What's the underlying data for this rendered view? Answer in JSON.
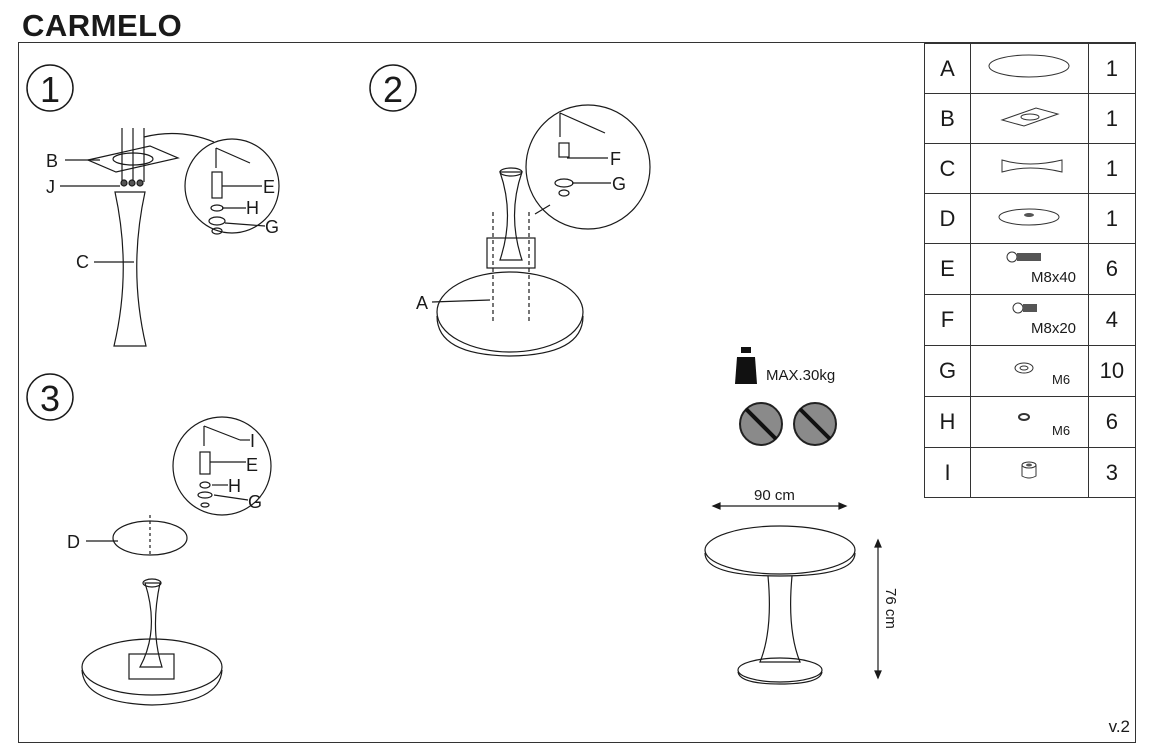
{
  "title": "CARMELO",
  "steps": [
    "1",
    "2",
    "3"
  ],
  "callouts": {
    "step1": [
      "B",
      "J",
      "C",
      "E",
      "H",
      "G"
    ],
    "step2": [
      "A",
      "F",
      "G"
    ],
    "step3": [
      "D",
      "I",
      "E",
      "H",
      "G"
    ]
  },
  "load": {
    "label": "MAX.30kg"
  },
  "dimensions": {
    "width": "90 cm",
    "height": "76 cm"
  },
  "parts": [
    {
      "letter": "A",
      "qty": "1",
      "icon": "table-top-icon",
      "spec": ""
    },
    {
      "letter": "B",
      "qty": "1",
      "icon": "mounting-plate-icon",
      "spec": ""
    },
    {
      "letter": "C",
      "qty": "1",
      "icon": "column-icon",
      "spec": ""
    },
    {
      "letter": "D",
      "qty": "1",
      "icon": "base-disc-icon",
      "spec": ""
    },
    {
      "letter": "E",
      "qty": "6",
      "icon": "bolt-long-icon",
      "spec": "M8x40"
    },
    {
      "letter": "F",
      "qty": "4",
      "icon": "bolt-short-icon",
      "spec": "M8x20"
    },
    {
      "letter": "G",
      "qty": "10",
      "icon": "flat-washer-icon",
      "spec": "M6"
    },
    {
      "letter": "H",
      "qty": "6",
      "icon": "spring-washer-icon",
      "spec": "M6"
    },
    {
      "letter": "I",
      "qty": "3",
      "icon": "allen-key-icon",
      "spec": ""
    }
  ],
  "version": "v.2",
  "colors": {
    "line": "#1a1a1a",
    "icon_fill": "#3a3a3a",
    "icon_bg": "#888888"
  }
}
